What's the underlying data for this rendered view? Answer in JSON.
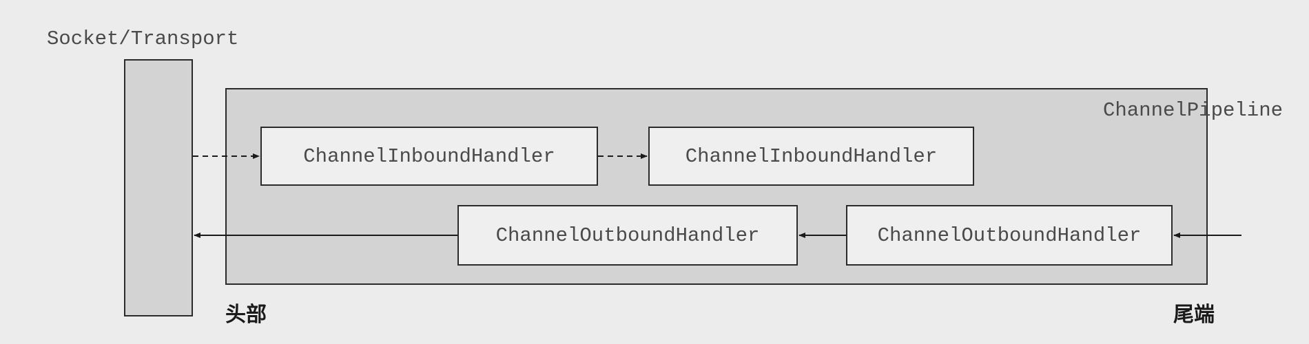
{
  "transport": {
    "label": "Socket/Transport"
  },
  "pipeline": {
    "label": "ChannelPipeline"
  },
  "handlers": {
    "inbound_1": "ChannelInboundHandler",
    "inbound_2": "ChannelInboundHandler",
    "outbound_1": "ChannelOutboundHandler",
    "outbound_2": "ChannelOutboundHandler"
  },
  "ends": {
    "head": "头部",
    "tail": "尾端"
  },
  "colors": {
    "background": "#ececec",
    "container_fill": "#d3d3d3",
    "handler_fill": "#efefef",
    "stroke": "#2a2a2a"
  }
}
